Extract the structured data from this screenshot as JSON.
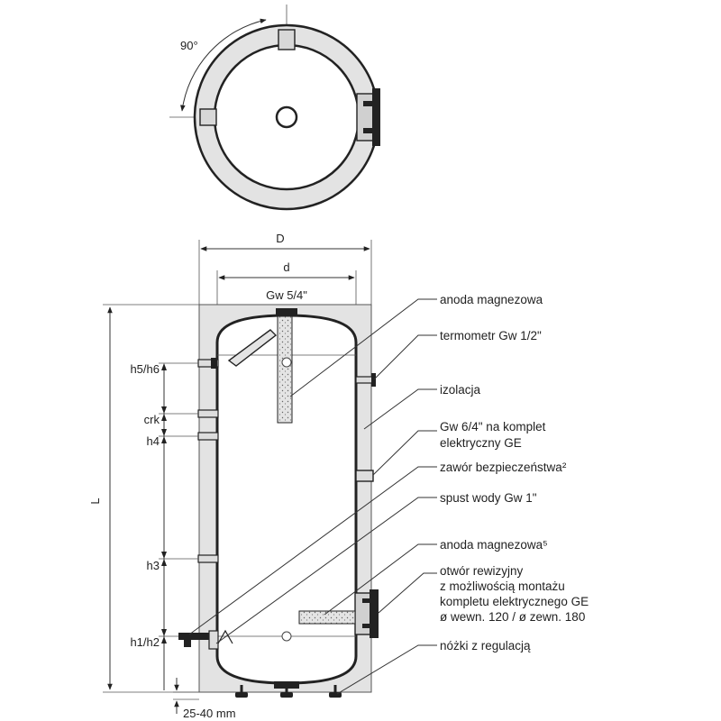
{
  "top_view": {
    "angle_label": "90°"
  },
  "dimensions": {
    "outer_diameter": "D",
    "inner_diameter": "d",
    "top_connection": "Gw 5/4\"",
    "height": "L",
    "feet_range": "25-40 mm"
  },
  "height_marks": [
    "h5/h6",
    "crk",
    "h4",
    "h3",
    "h1/h2"
  ],
  "callouts": [
    {
      "lines": [
        "anoda magnezowa"
      ]
    },
    {
      "lines": [
        "termometr Gw 1/2\""
      ]
    },
    {
      "lines": [
        "izolacja"
      ]
    },
    {
      "lines": [
        "Gw 6/4\" na komplet",
        "elektryczny GE"
      ]
    },
    {
      "lines": [
        "zawór bezpieczeństwa²"
      ]
    },
    {
      "lines": [
        "spust wody Gw 1\""
      ]
    },
    {
      "lines": [
        "anoda magnezowa⁵"
      ]
    },
    {
      "lines": [
        "otwór rewizyjny",
        "z możliwością montażu",
        "kompletu elektrycznego GE",
        "ø wewn. 120  / ø zewn. 180"
      ]
    },
    {
      "lines": [
        "nóżki z regulacją"
      ]
    }
  ]
}
